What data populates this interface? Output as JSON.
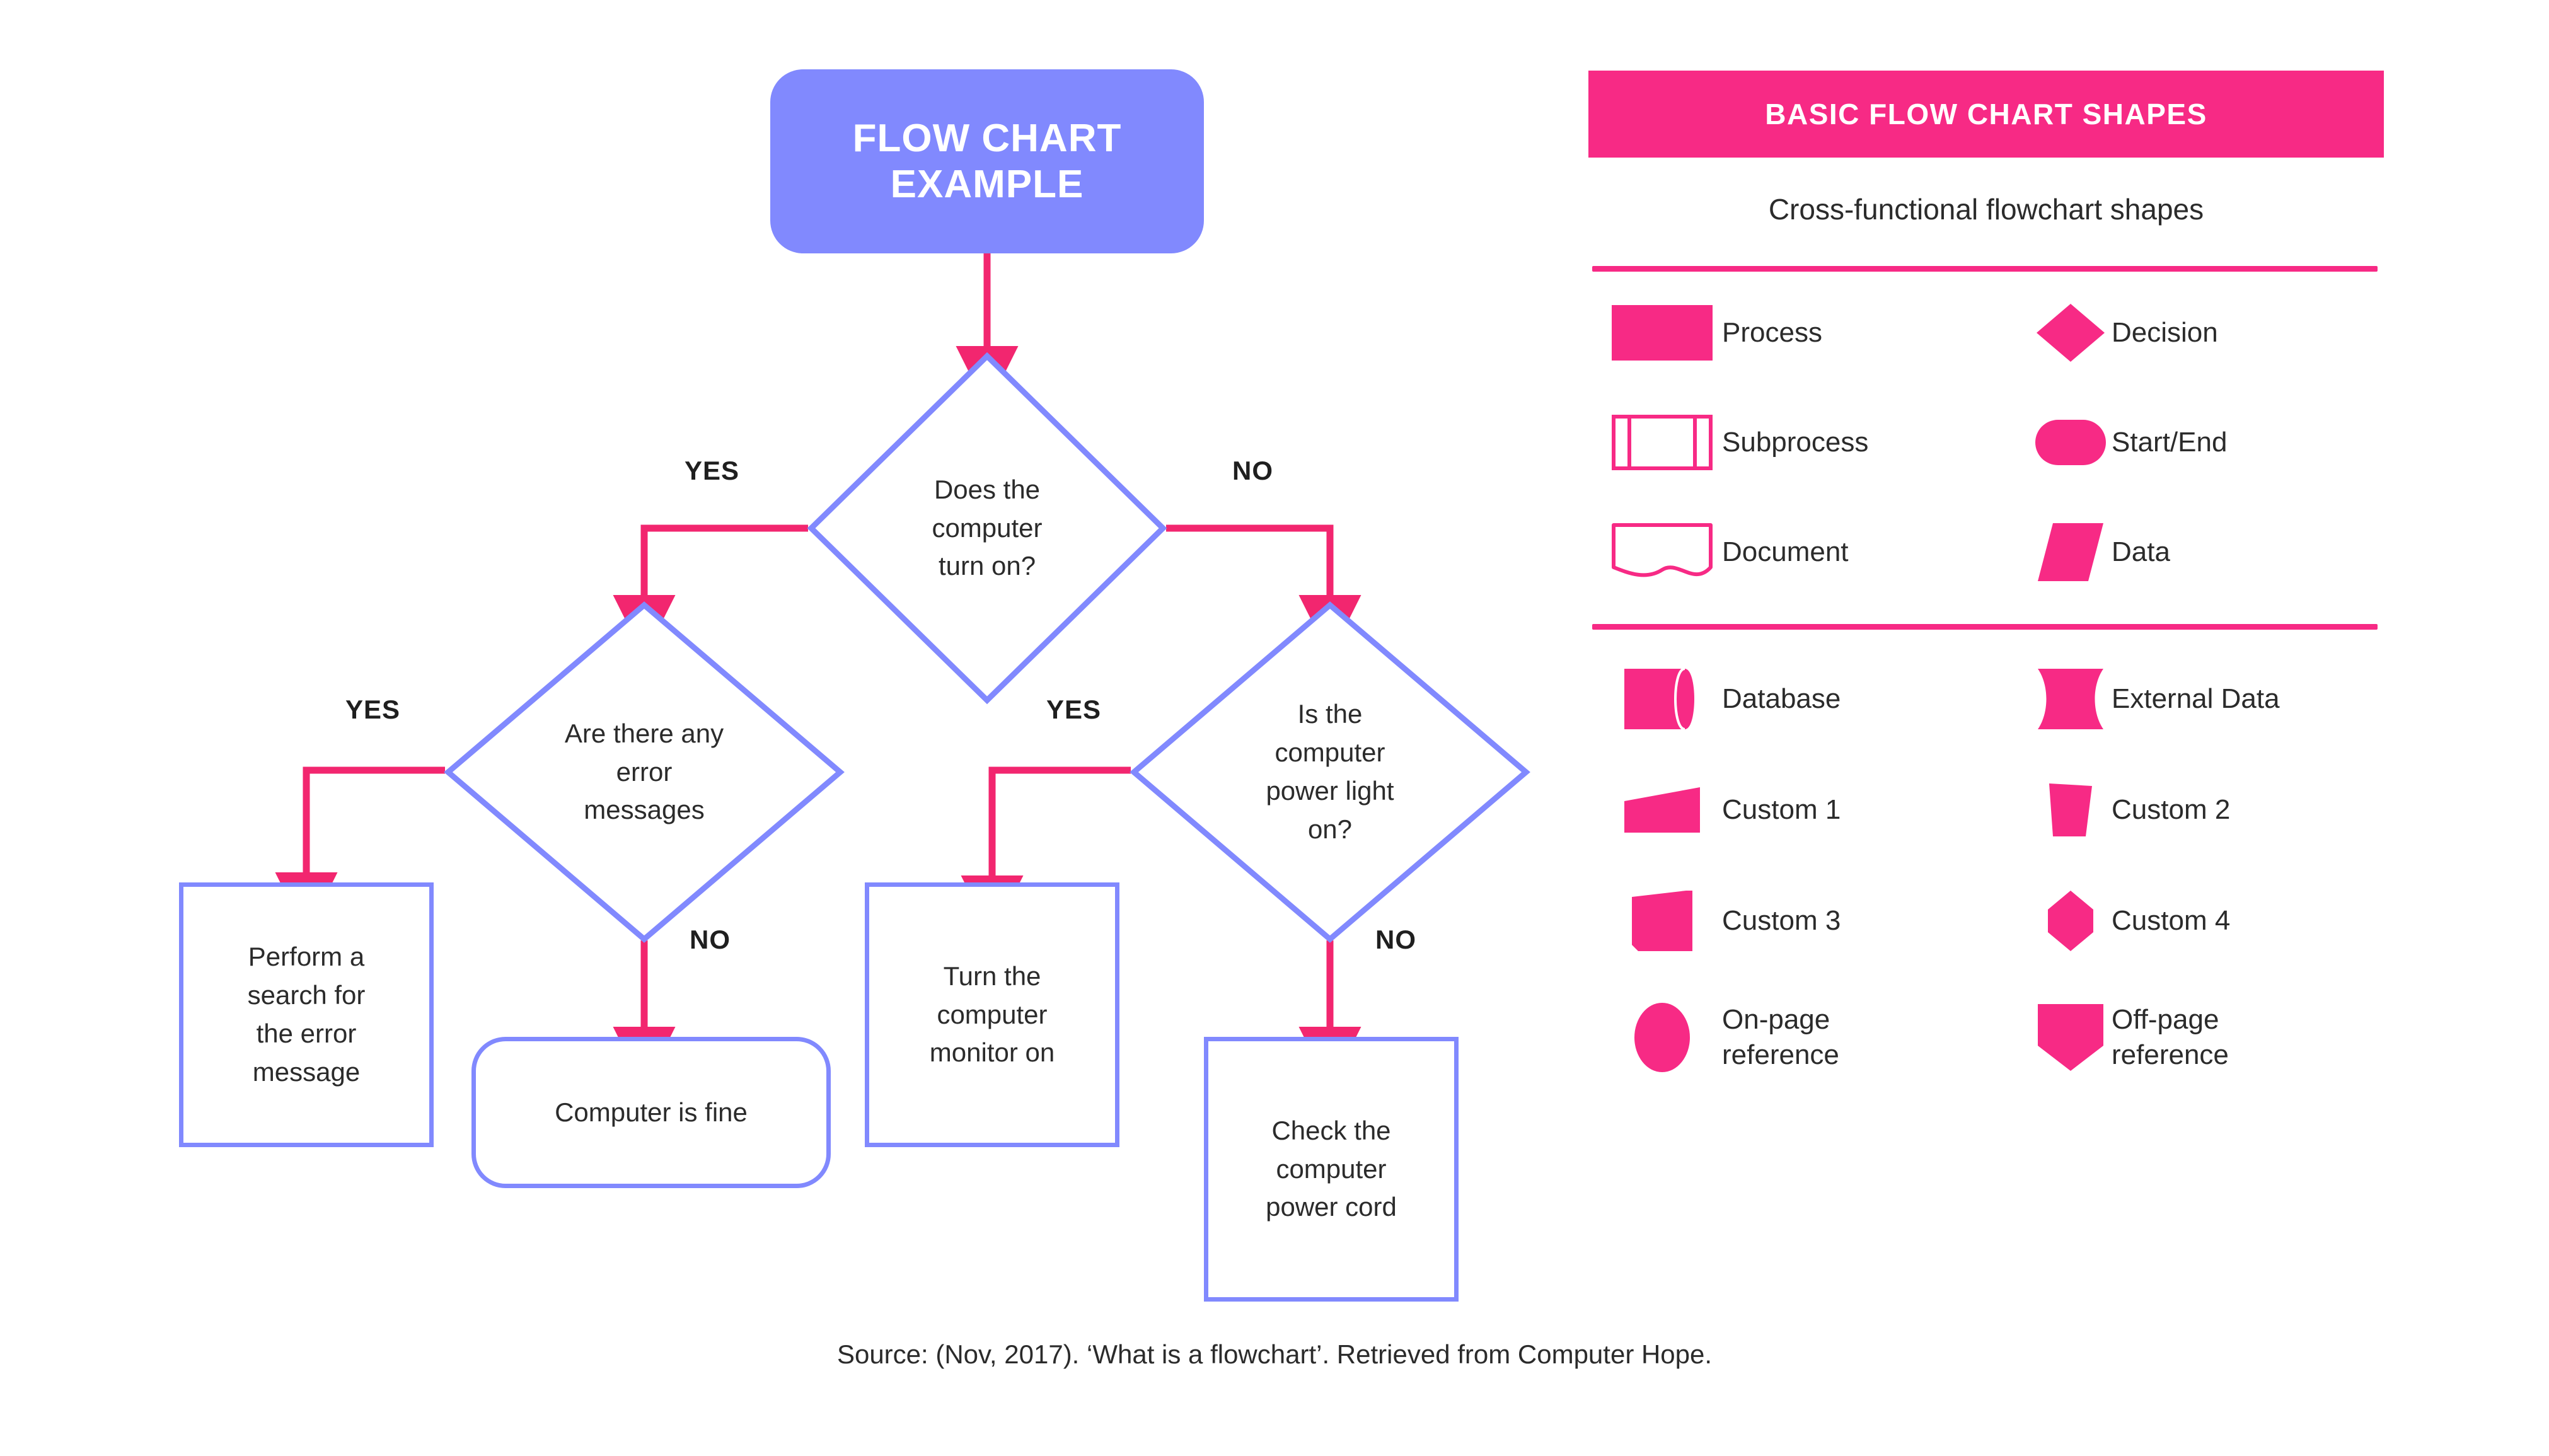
{
  "colors": {
    "node_border": "#8189FE",
    "node_fill_title": "#8189FE",
    "arrow": "#F2266F",
    "accent_pink": "#F72A85",
    "text": "#2b2b2b",
    "background": "#FFFFFF"
  },
  "flowchart": {
    "title": "FLOW CHART\nEXAMPLE",
    "title_line1": "FLOW CHART",
    "title_line2": "EXAMPLE",
    "nodes": {
      "start": {
        "label": "FLOW CHART EXAMPLE",
        "shape": "start-end"
      },
      "decision_power_on": {
        "label": "Does the computer turn on?",
        "shape": "decision"
      },
      "decision_errors": {
        "label": "Are there any error messages",
        "shape": "decision"
      },
      "decision_power_light": {
        "label": "Is the computer power light on?",
        "shape": "decision"
      },
      "process_search_error": {
        "label": "Perform a search for the error message",
        "shape": "process"
      },
      "terminator_fine": {
        "label": "Computer is fine",
        "shape": "start-end"
      },
      "process_monitor_on": {
        "label": "Turn the computer monitor on",
        "shape": "process"
      },
      "process_power_cord": {
        "label": "Check the computer power cord",
        "shape": "process"
      }
    },
    "edge_labels": {
      "power_on_yes": "YES",
      "power_on_no": "NO",
      "errors_yes": "YES",
      "errors_no": "NO",
      "power_light_yes": "YES",
      "power_light_no": "NO"
    }
  },
  "legend": {
    "header": "BASIC FLOW CHART SHAPES",
    "subtitle": "Cross-functional flowchart shapes",
    "group1": [
      {
        "label": "Process",
        "icon": "process-shape-icon"
      },
      {
        "label": "Decision",
        "icon": "decision-shape-icon"
      },
      {
        "label": "Subprocess",
        "icon": "subprocess-shape-icon"
      },
      {
        "label": "Start/End",
        "icon": "start-end-shape-icon"
      },
      {
        "label": "Document",
        "icon": "document-shape-icon"
      },
      {
        "label": "Data",
        "icon": "data-shape-icon"
      }
    ],
    "group2": [
      {
        "label": "Database",
        "icon": "database-shape-icon"
      },
      {
        "label": "External Data",
        "icon": "external-data-shape-icon"
      },
      {
        "label": "Custom 1",
        "icon": "custom1-shape-icon"
      },
      {
        "label": "Custom 2",
        "icon": "custom2-shape-icon"
      },
      {
        "label": "Custom 3",
        "icon": "custom3-shape-icon"
      },
      {
        "label": "Custom 4",
        "icon": "custom4-shape-icon"
      },
      {
        "label": "On-page reference",
        "icon": "on-page-reference-shape-icon"
      },
      {
        "label": "Off-page reference",
        "icon": "off-page-reference-shape-icon"
      }
    ]
  },
  "footer": {
    "source": "Source: (Nov, 2017). ‘What is a flowchart’. Retrieved from Computer Hope."
  },
  "chart_data": {
    "type": "diagram",
    "title": "FLOW CHART EXAMPLE",
    "diagram_kind": "flowchart",
    "nodes": [
      {
        "id": "start",
        "text": "FLOW CHART EXAMPLE",
        "shape": "start-end"
      },
      {
        "id": "d1",
        "text": "Does the computer turn on?",
        "shape": "decision"
      },
      {
        "id": "d2",
        "text": "Are there any error messages",
        "shape": "decision"
      },
      {
        "id": "d3",
        "text": "Is the computer power light on?",
        "shape": "decision"
      },
      {
        "id": "p1",
        "text": "Perform a search for the error message",
        "shape": "process"
      },
      {
        "id": "t1",
        "text": "Computer is fine",
        "shape": "start-end"
      },
      {
        "id": "p2",
        "text": "Turn the computer monitor on",
        "shape": "process"
      },
      {
        "id": "p3",
        "text": "Check the computer power cord",
        "shape": "process"
      }
    ],
    "edges": [
      {
        "from": "start",
        "to": "d1",
        "label": ""
      },
      {
        "from": "d1",
        "to": "d2",
        "label": "YES"
      },
      {
        "from": "d1",
        "to": "d3",
        "label": "NO"
      },
      {
        "from": "d2",
        "to": "p1",
        "label": "YES"
      },
      {
        "from": "d2",
        "to": "t1",
        "label": "NO"
      },
      {
        "from": "d3",
        "to": "p2",
        "label": "YES"
      },
      {
        "from": "d3",
        "to": "p3",
        "label": "NO"
      }
    ]
  }
}
